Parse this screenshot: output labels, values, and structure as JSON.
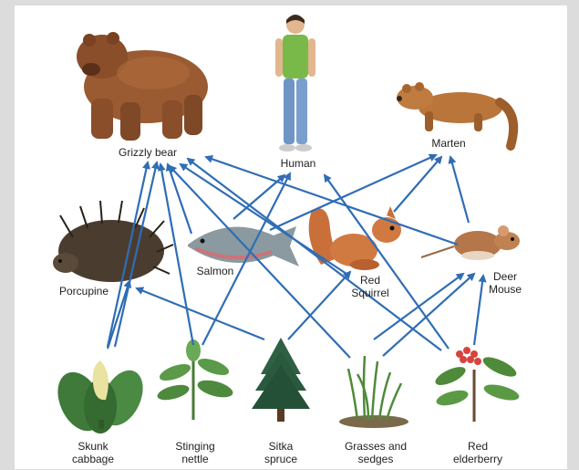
{
  "organisms": {
    "grizzly_bear": "Grizzly bear",
    "human": "Human",
    "marten": "Marten",
    "porcupine": "Porcupine",
    "salmon": "Salmon",
    "red_squirrel": [
      "Red",
      "Squirrel"
    ],
    "deer_mouse": [
      "Deer",
      "Mouse"
    ],
    "skunk_cabbage": [
      "Skunk",
      "cabbage"
    ],
    "stinging_nettle": [
      "Stinging",
      "nettle"
    ],
    "sitka_spruce": [
      "Sitka",
      "spruce"
    ],
    "grasses_sedges": [
      "Grasses and",
      "sedges"
    ],
    "red_elderberry": [
      "Red",
      "elderberry"
    ]
  },
  "colors": {
    "arrow": "#2f6db5",
    "bear": "#9a5a32",
    "fur_tan": "#b9753a",
    "squirrel": "#c9703a",
    "salmon": "#8a9aa0",
    "plant_green": "#3f7a3a",
    "spruce": "#2f5f44",
    "berry": "#d7433e"
  }
}
